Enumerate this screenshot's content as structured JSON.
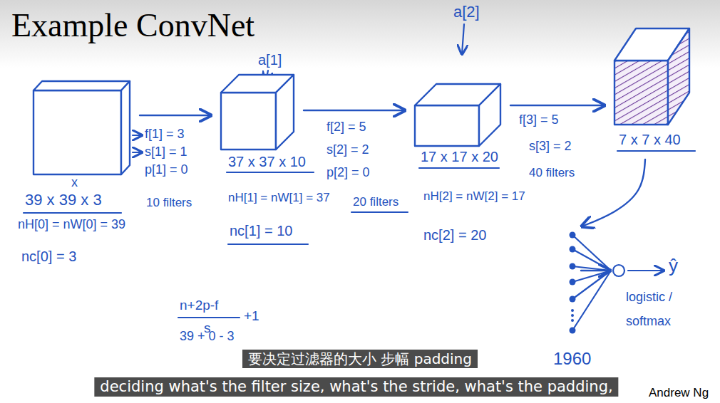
{
  "diagram": {
    "title": "Example ConvNet",
    "nodes": [
      {
        "text": [
          "x",
          "39 x 39 x 3",
          "nH[0] = nW[0] = 39",
          "nc[0] = 3"
        ]
      },
      {
        "text": [
          "a[1]",
          "37 x 37 x 10",
          "nH[1] = nW[1] = 37",
          "nc[1] = 10"
        ]
      },
      {
        "text": [
          "a[2]",
          "17 x 17 x 20",
          "nH[2] = nW[2] = 17",
          "nc[2] = 20"
        ]
      },
      {
        "text": [
          "7 x 7 x 40"
        ]
      },
      {
        "text": [
          "1960"
        ]
      },
      {
        "text": [
          "logistic / softmax"
        ]
      }
    ],
    "edges": [
      {
        "from": 0,
        "to": 1,
        "arrow": "to"
      },
      {
        "from": 1,
        "to": 2,
        "arrow": "to"
      },
      {
        "from": 2,
        "to": 3,
        "arrow": "to"
      },
      {
        "from": 3,
        "to": 4,
        "arrow": "to"
      },
      {
        "from": 4,
        "to": 5,
        "arrow": "to"
      }
    ],
    "labels": [
      "f[1] = 3",
      "s[1] = 1",
      "p[1] = 0",
      "10 filters",
      "f[2] = 5",
      "s[2] = 2",
      "p[2] = 0",
      "20 filters",
      "f[3] = 5",
      "s[3] = 2",
      "40 filters",
      "n+2p-f",
      "s",
      "+1",
      "39 + 0 - 3",
      "ŷ",
      "要决定过滤器的大小 步幅 padding",
      "deciding what's the filter size, what's the stride, what's the padding,",
      "Andrew Ng"
    ]
  }
}
